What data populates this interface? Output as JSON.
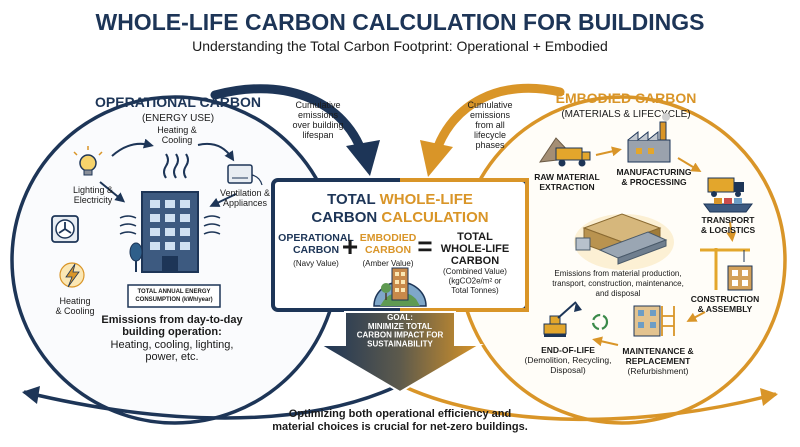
{
  "title": "WHOLE-LIFE CARBON CALCULATION FOR BUILDINGS",
  "subtitle": "Understanding the Total Carbon Footprint: Operational + Embodied",
  "colors": {
    "navy": "#1d3557",
    "amber": "#d99528",
    "amber_dark": "#b97a14",
    "text": "#1a1a1a"
  },
  "operational": {
    "title": "OPERATIONAL CARBON",
    "subtitle": "(ENERGY USE)",
    "items": {
      "lighting": "Lighting &\nElectricity",
      "heating_top": "Heating &\nCooling",
      "ventilation": "Ventilation &\nAppliances",
      "heating_bottom": "Heating\n& Cooling"
    },
    "energy_box": "TOTAL ANNUAL ENERGY\nCONSUMPTION (kWh/year)",
    "desc_bold": "Emissions from day-to-day\nbuilding operation:",
    "desc": "Heating, cooling, lighting,\npower, etc.",
    "arrow_note": "Cumulative\nemissions\nover building\nlifespan"
  },
  "embodied": {
    "title": "EMBODIED CARBON",
    "subtitle": "(MATERIALS & LIFECYCLE)",
    "arrow_note": "Cumulative\nemissions\nfrom all\nlifecycle\nphases",
    "stages": {
      "raw": "RAW MATERIAL\nEXTRACTION",
      "manufacturing": "MANUFACTURING\n& PROCESSING",
      "transport": "TRANSPORT\n& LOGISTICS",
      "construction": "CONSTRUCTION\n& ASSEMBLY",
      "maintenance": "MAINTENANCE &\nREPLACEMENT\n(Refurbishment)",
      "eol": "END-OF-LIFE\n(Demolition, Recycling,\nDisposal)"
    },
    "stage_bold_lines": {
      "maintenance": 2,
      "eol": 1
    },
    "desc": "Emissions from material production,\ntransport, construction, maintenance,\nand disposal"
  },
  "center": {
    "title_l1_a": "TOTAL ",
    "title_l1_b": "WHOLE-LIFE",
    "title_l2_a": "CARBON ",
    "title_l2_b": "CALCULATION",
    "op_term": "OPERATIONAL\nCARBON",
    "op_sub": "(Navy Value)",
    "plus": "+",
    "emb_term": "EMBODIED\nCARBON",
    "emb_sub": "(Amber Value)",
    "equals": "=",
    "total_term": "TOTAL\nWHOLE-LIFE\nCARBON",
    "total_sub": "(Combined Value)\n(kgCO2e/m² or\nTotal Tonnes)",
    "goal": "GOAL:\nMINIMIZE TOTAL\nCARBON IMPACT FOR\nSUSTAINABILITY"
  },
  "footer": "Optimizing both operational efficiency and\nmaterial choices is crucial for net-zero buildings."
}
